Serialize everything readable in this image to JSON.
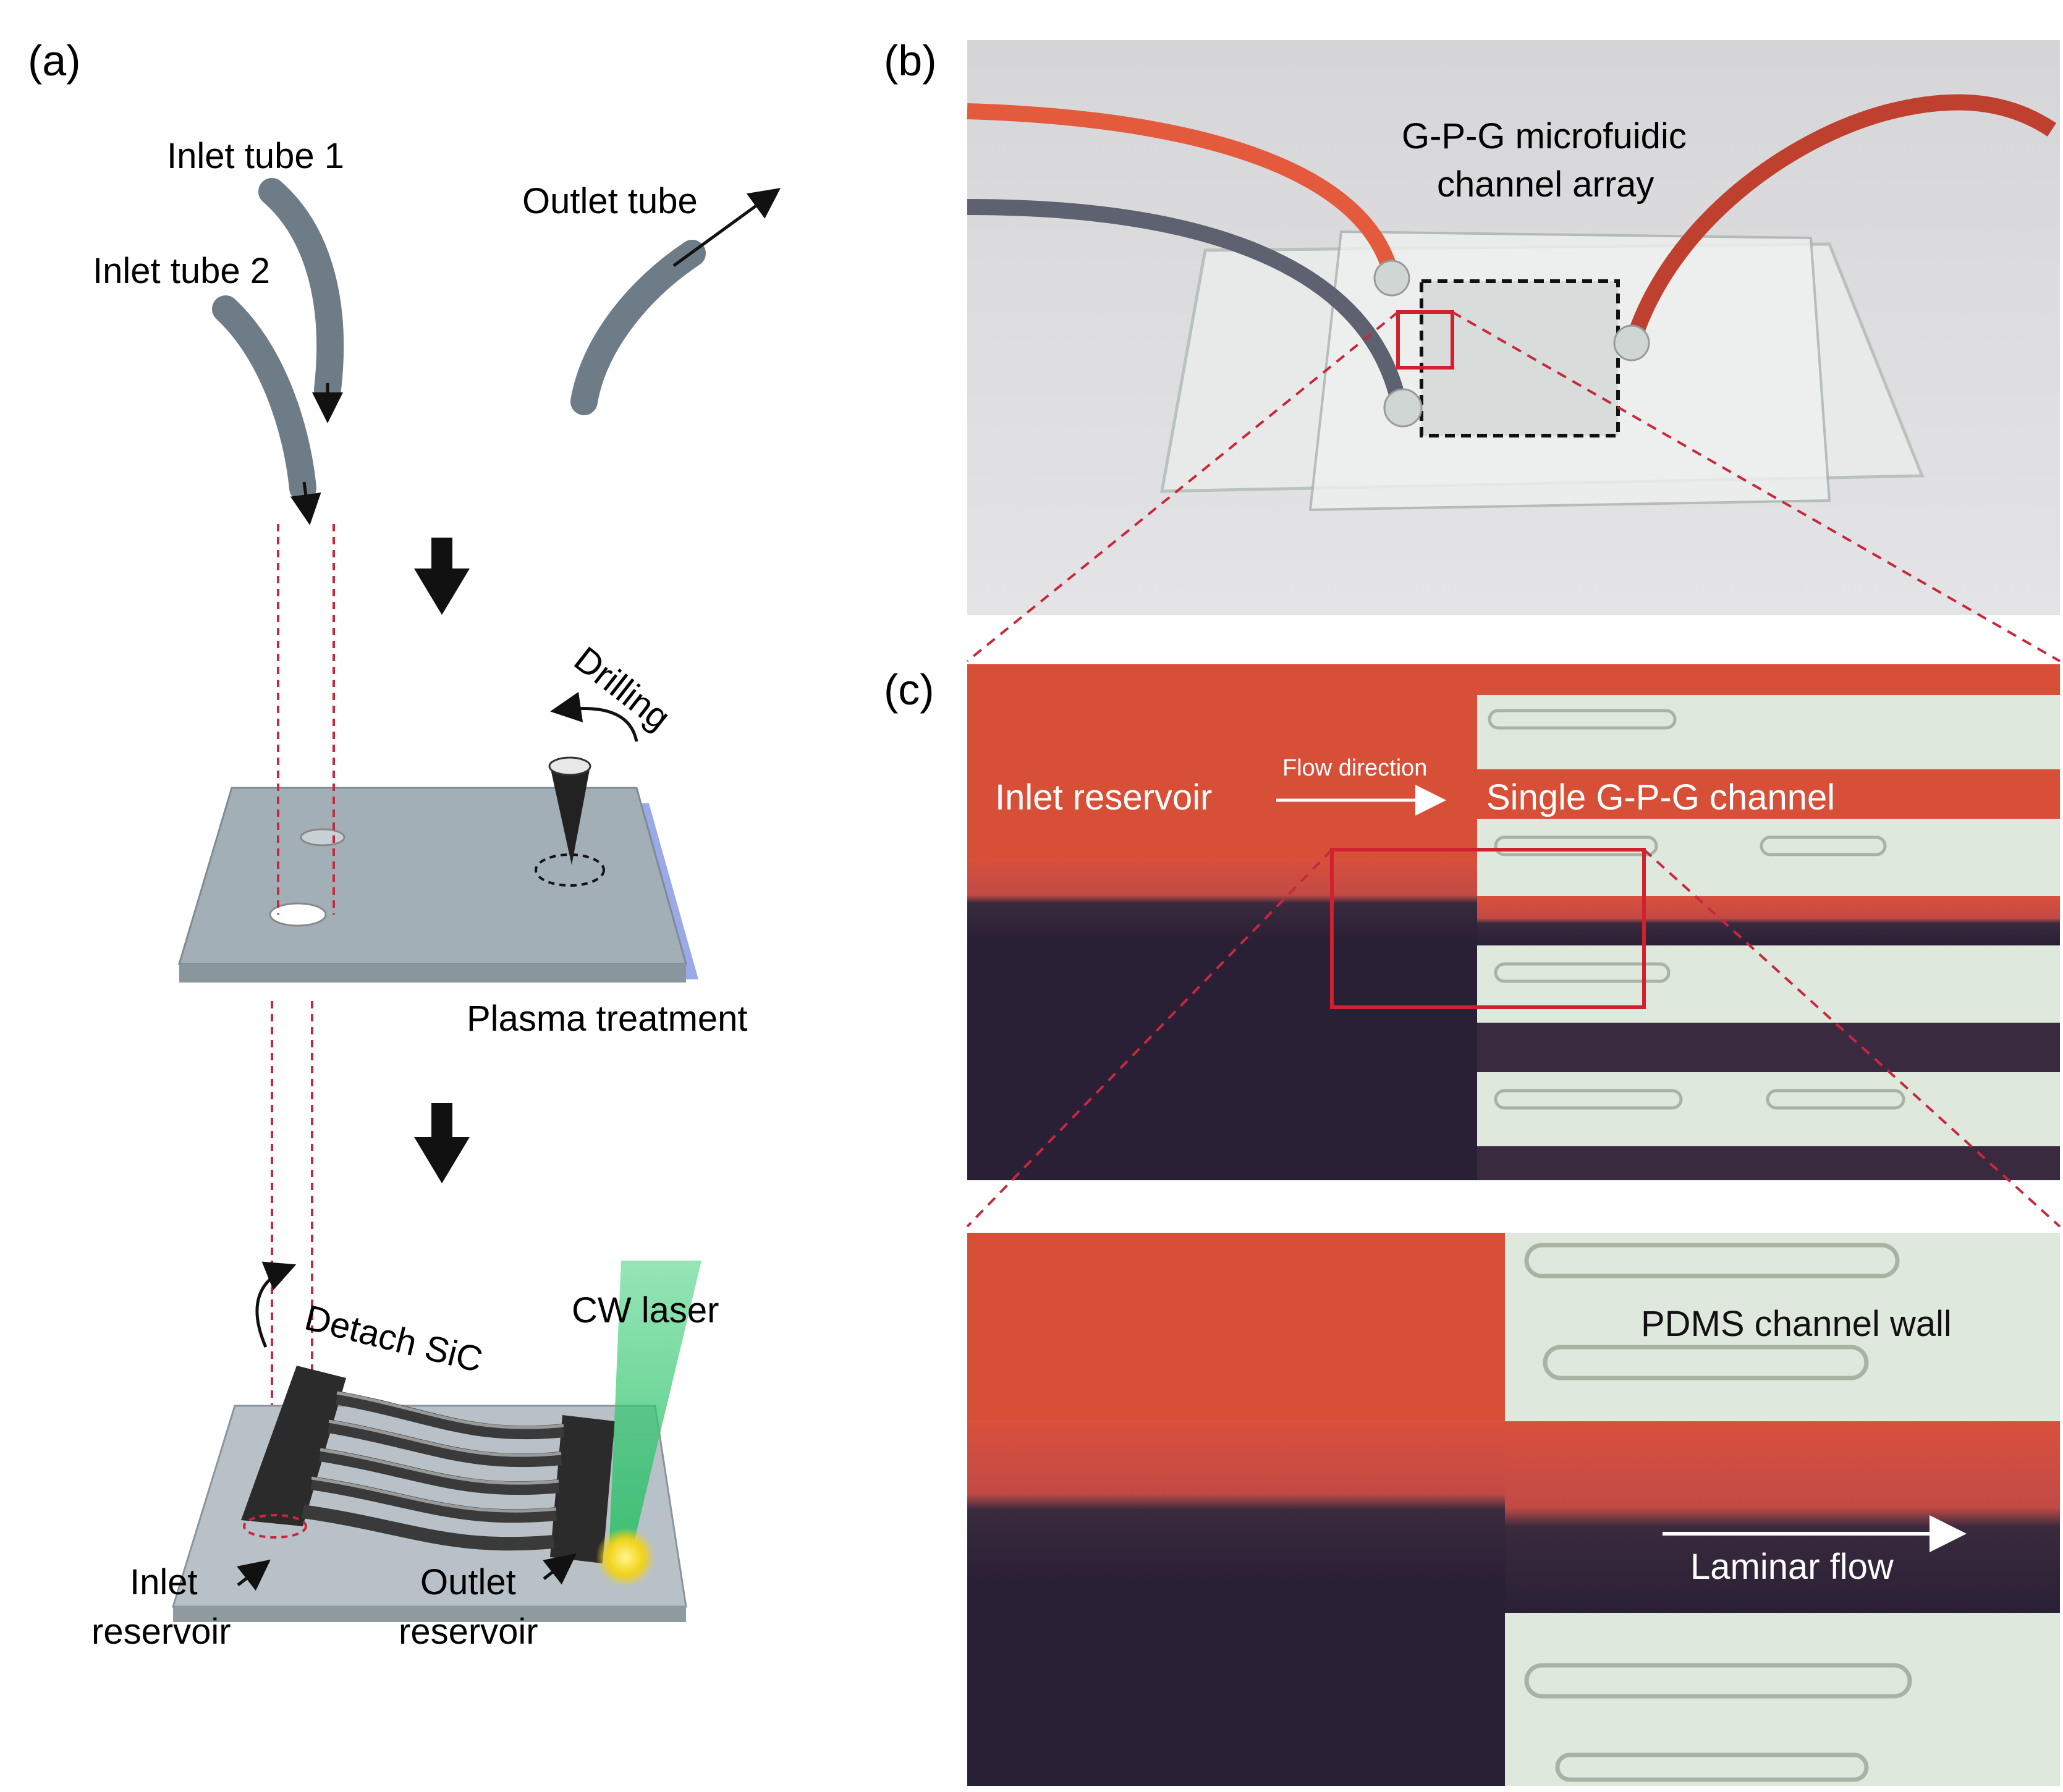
{
  "panel_a": {
    "panel_label": "(a)",
    "inlet_tube_1": "Inlet tube 1",
    "inlet_tube_2": "Inlet tube 2",
    "outlet_tube": "Outlet tube",
    "drilling": "Drilling",
    "plasma_treatment": "Plasma treatment",
    "detach_sic": "Detach SiC",
    "cw_laser": "CW laser",
    "inlet_reservoir_l1": "Inlet",
    "inlet_reservoir_l2": "reservoir",
    "outlet_reservoir_l1": "Outlet",
    "outlet_reservoir_l2": "reservoir"
  },
  "panel_b": {
    "panel_label": "(b)",
    "array_label_l1": "G-P-G microfuidic",
    "array_label_l2": "channel array"
  },
  "panel_c": {
    "panel_label": "(c)",
    "inlet_reservoir": "Inlet reservoir",
    "flow_direction": "Flow direction",
    "single_channel": "Single G-P-G channel",
    "pdms_wall": "PDMS channel wall",
    "laminar_flow": "Laminar flow"
  },
  "colors": {
    "red_fluid": "#e0503a",
    "dark_fluid": "#2a2035",
    "channel_wall": "#dfe8dc",
    "tube": "#6d7c86",
    "slab": "#9aa7b0",
    "plasma_glow": "#4a63d6",
    "laser": "#3fcf7a",
    "dashed_red": "#c8283c"
  }
}
